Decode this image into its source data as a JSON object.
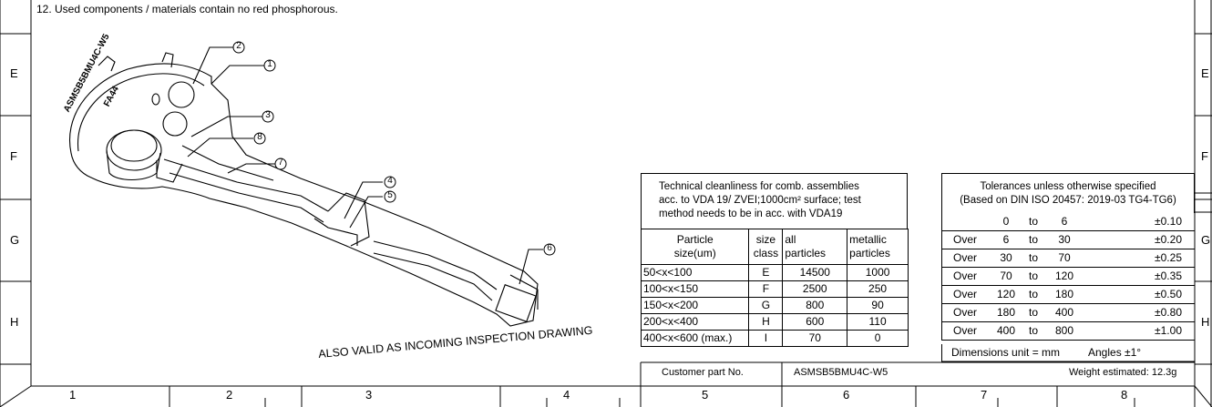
{
  "notes": {
    "note12": "12. Used components / materials contain no red phosphorous."
  },
  "frame": {
    "row_letters_left": [
      "E",
      "F",
      "G",
      "H"
    ],
    "row_letters_right": [
      "E",
      "F",
      "G",
      "H"
    ],
    "column_numbers": [
      "1",
      "2",
      "3",
      "4",
      "5",
      "6",
      "7",
      "8"
    ]
  },
  "drawing": {
    "part_marking_1": "ASMSB5BMU4C-W5",
    "part_marking_2": "FA44",
    "balloons": [
      "1",
      "2",
      "3",
      "4",
      "5",
      "6",
      "7",
      "8"
    ],
    "validity_note": "ALSO VALID AS INCOMING INSPECTION DRAWING"
  },
  "cleanliness": {
    "header_lines": [
      "Technical cleanliness for comb. assemblies",
      "acc. to VDA 19/ ZVEI;1000cm² surface; test",
      "method needs to be in acc. with VDA19"
    ],
    "columns": [
      "Particle size(um)",
      "size class",
      "all particles",
      "metallic particles"
    ],
    "col_lines": [
      [
        "Particle",
        "size(um)"
      ],
      [
        "size",
        "class"
      ],
      [
        "all",
        "particles"
      ],
      [
        "metallic",
        "particles"
      ]
    ],
    "rows": [
      {
        "size": "50<x<100",
        "class": "E",
        "all": "14500",
        "metallic": "1000"
      },
      {
        "size": "100<x<150",
        "class": "F",
        "all": "2500",
        "metallic": "250"
      },
      {
        "size": "150<x<200",
        "class": "G",
        "all": "800",
        "metallic": "90"
      },
      {
        "size": "200<x<400",
        "class": "H",
        "all": "600",
        "metallic": "110"
      },
      {
        "size": "400<x<600 (max.)",
        "class": "I",
        "all": "70",
        "metallic": "0"
      }
    ]
  },
  "tolerances": {
    "header_lines": [
      "Tolerances unless otherwise specified",
      "(Based on DIN ISO 20457: 2019-03 TG4-TG6)"
    ],
    "rows": [
      {
        "prefix": "",
        "from": "0",
        "to_word": "to",
        "to": "6",
        "tol": "±0.10"
      },
      {
        "prefix": "Over",
        "from": "6",
        "to_word": "to",
        "to": "30",
        "tol": "±0.20"
      },
      {
        "prefix": "Over",
        "from": "30",
        "to_word": "to",
        "to": "70",
        "tol": "±0.25"
      },
      {
        "prefix": "Over",
        "from": "70",
        "to_word": "to",
        "to": "120",
        "tol": "±0.35"
      },
      {
        "prefix": "Over",
        "from": "120",
        "to_word": "to",
        "to": "180",
        "tol": "±0.50"
      },
      {
        "prefix": "Over",
        "from": "180",
        "to_word": "to",
        "to": "400",
        "tol": "±0.80"
      },
      {
        "prefix": "Over",
        "from": "400",
        "to_word": "to",
        "to": "800",
        "tol": "±1.00"
      }
    ],
    "units": "Dimensions unit = mm",
    "angles": "Angles ±1°"
  },
  "title_block": {
    "customer_label": "Customer part No.",
    "customer_value": "ASMSB5BMU4C-W5",
    "weight": "Weight estimated: 12.3g"
  }
}
